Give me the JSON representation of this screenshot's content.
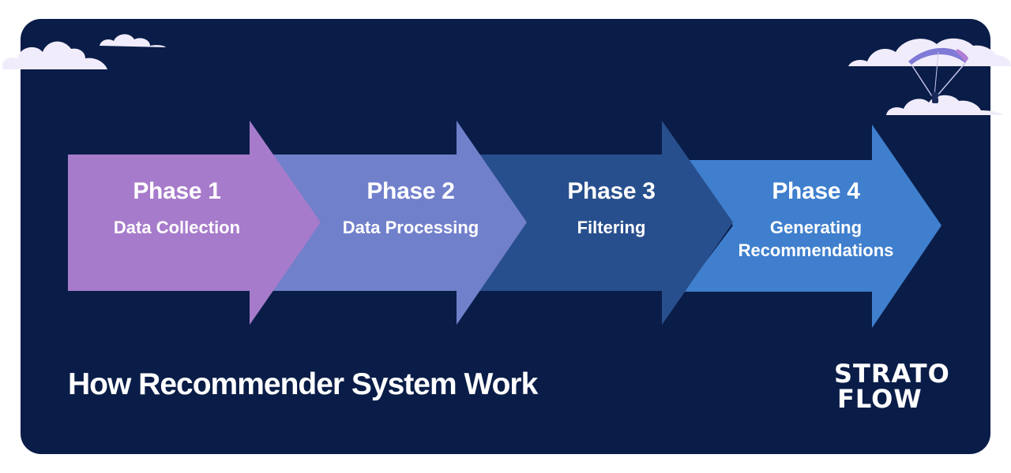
{
  "diagram": {
    "title": "How Recommender System Work",
    "phases": [
      {
        "title": "Phase 1",
        "name": "Data Collection",
        "color": "#a77bcb"
      },
      {
        "title": "Phase 2",
        "name": "Data Processing",
        "color": "#7180cb"
      },
      {
        "title": "Phase 3",
        "name": "Filtering",
        "color": "#284f8d"
      },
      {
        "title": "Phase 4",
        "name": "Generating Recommendations",
        "color": "#3f7fcd"
      }
    ]
  },
  "logo": {
    "line1": "STRATO",
    "line2": "FLOW"
  },
  "colors": {
    "background": "#0a1d48",
    "cloud": "#f1ecfb",
    "text": "#ffffff"
  },
  "icons": [
    "cloud-icon",
    "paraglider-icon"
  ]
}
